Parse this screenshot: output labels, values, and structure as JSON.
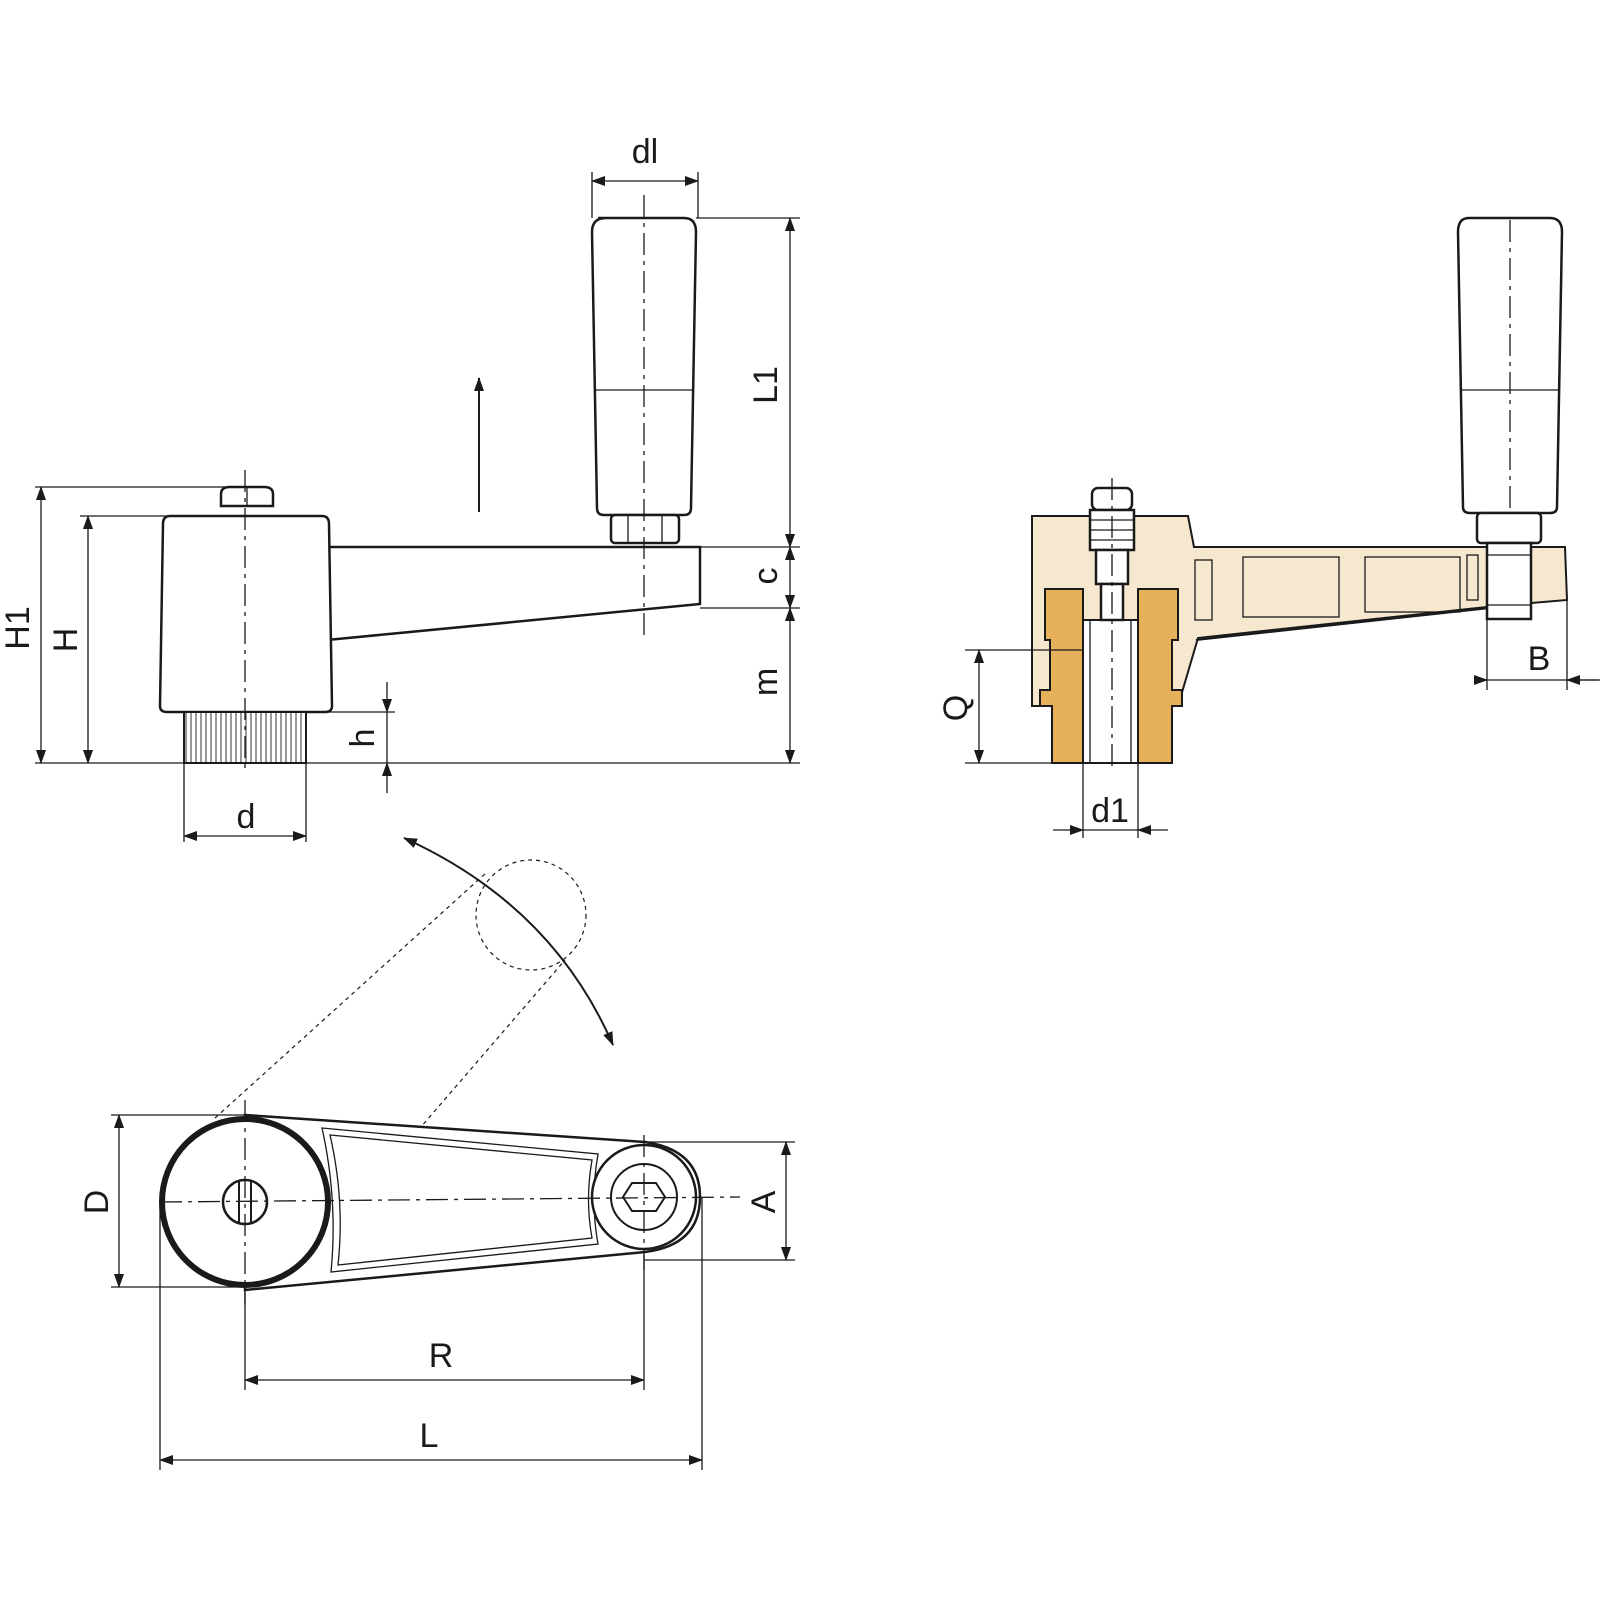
{
  "labels": {
    "dl": "dl",
    "L1": "L1",
    "c": "c",
    "m": "m",
    "H1": "H1",
    "H": "H",
    "h": "h",
    "d": "d",
    "Q": "Q",
    "d1": "d1",
    "B": "B",
    "D": "D",
    "A": "A",
    "R": "R",
    "L": "L"
  },
  "colors": {
    "section_fill": "#f6e7cf",
    "insert_fill": "#e6b15a",
    "line": "#1a1a1a"
  }
}
